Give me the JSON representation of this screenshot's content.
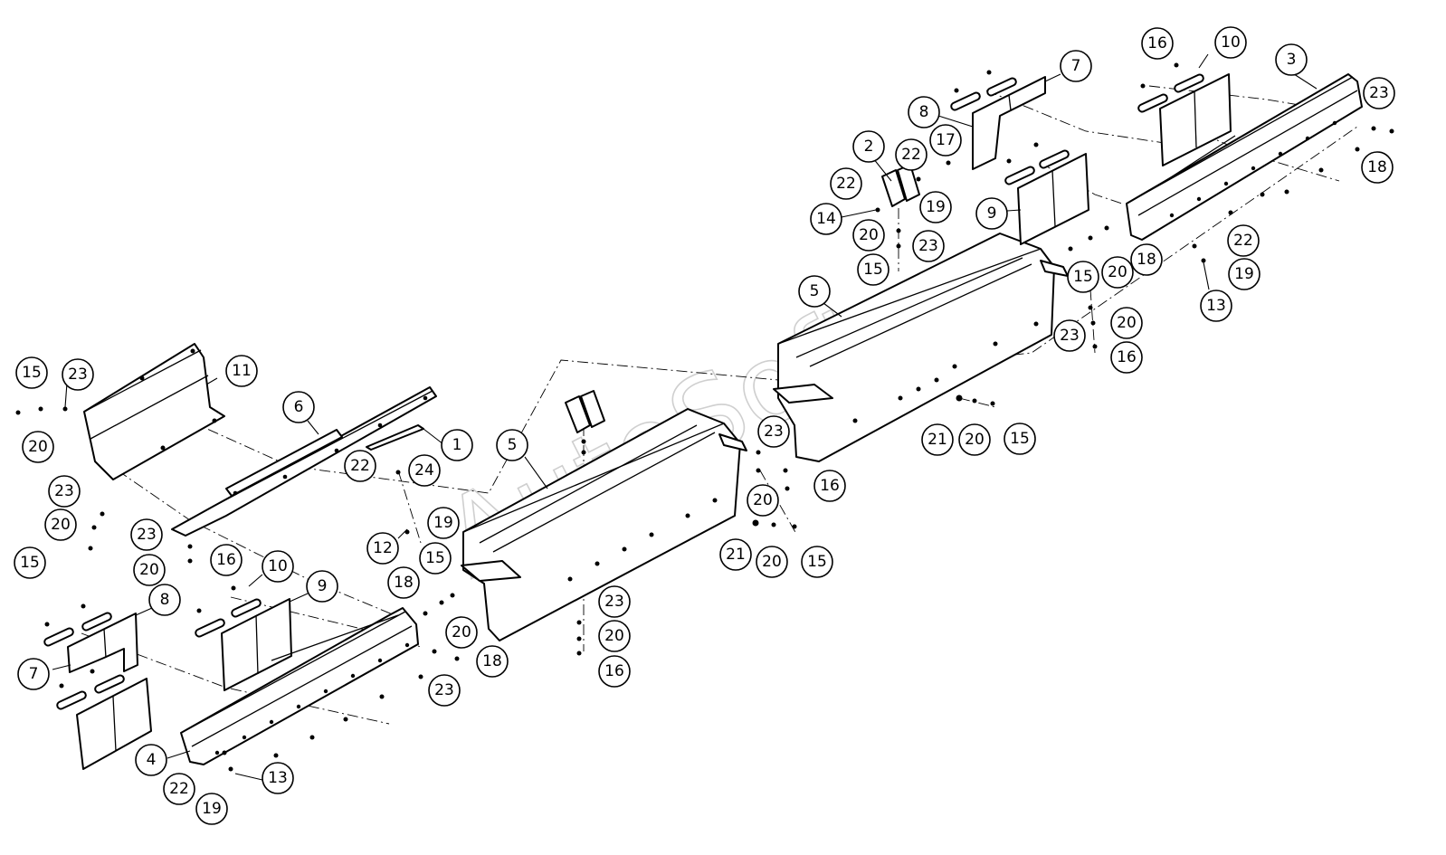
{
  "watermark": "AutoSoft",
  "callouts": [
    {
      "label": "1"
    },
    {
      "label": "2"
    },
    {
      "label": "3"
    },
    {
      "label": "4"
    },
    {
      "label": "5"
    },
    {
      "label": "5"
    },
    {
      "label": "6"
    },
    {
      "label": "7"
    },
    {
      "label": "7"
    },
    {
      "label": "8"
    },
    {
      "label": "8"
    },
    {
      "label": "9"
    },
    {
      "label": "9"
    },
    {
      "label": "10"
    },
    {
      "label": "10"
    },
    {
      "label": "11"
    },
    {
      "label": "12"
    },
    {
      "label": "13"
    },
    {
      "label": "13"
    },
    {
      "label": "14"
    },
    {
      "label": "15"
    },
    {
      "label": "15"
    },
    {
      "label": "15"
    },
    {
      "label": "15"
    },
    {
      "label": "15"
    },
    {
      "label": "15"
    },
    {
      "label": "15"
    },
    {
      "label": "16"
    },
    {
      "label": "16"
    },
    {
      "label": "16"
    },
    {
      "label": "16"
    },
    {
      "label": "16"
    },
    {
      "label": "17"
    },
    {
      "label": "18"
    },
    {
      "label": "18"
    },
    {
      "label": "18"
    },
    {
      "label": "18"
    },
    {
      "label": "19"
    },
    {
      "label": "19"
    },
    {
      "label": "19"
    },
    {
      "label": "19"
    },
    {
      "label": "20"
    },
    {
      "label": "20"
    },
    {
      "label": "20"
    },
    {
      "label": "20"
    },
    {
      "label": "20"
    },
    {
      "label": "20"
    },
    {
      "label": "20"
    },
    {
      "label": "20"
    },
    {
      "label": "20"
    },
    {
      "label": "20"
    },
    {
      "label": "20"
    },
    {
      "label": "21"
    },
    {
      "label": "21"
    },
    {
      "label": "22"
    },
    {
      "label": "22"
    },
    {
      "label": "22"
    },
    {
      "label": "22"
    },
    {
      "label": "22"
    },
    {
      "label": "23"
    },
    {
      "label": "23"
    },
    {
      "label": "23"
    },
    {
      "label": "23"
    },
    {
      "label": "23"
    },
    {
      "label": "23"
    },
    {
      "label": "23"
    },
    {
      "label": "23"
    },
    {
      "label": "23"
    },
    {
      "label": "24"
    }
  ]
}
